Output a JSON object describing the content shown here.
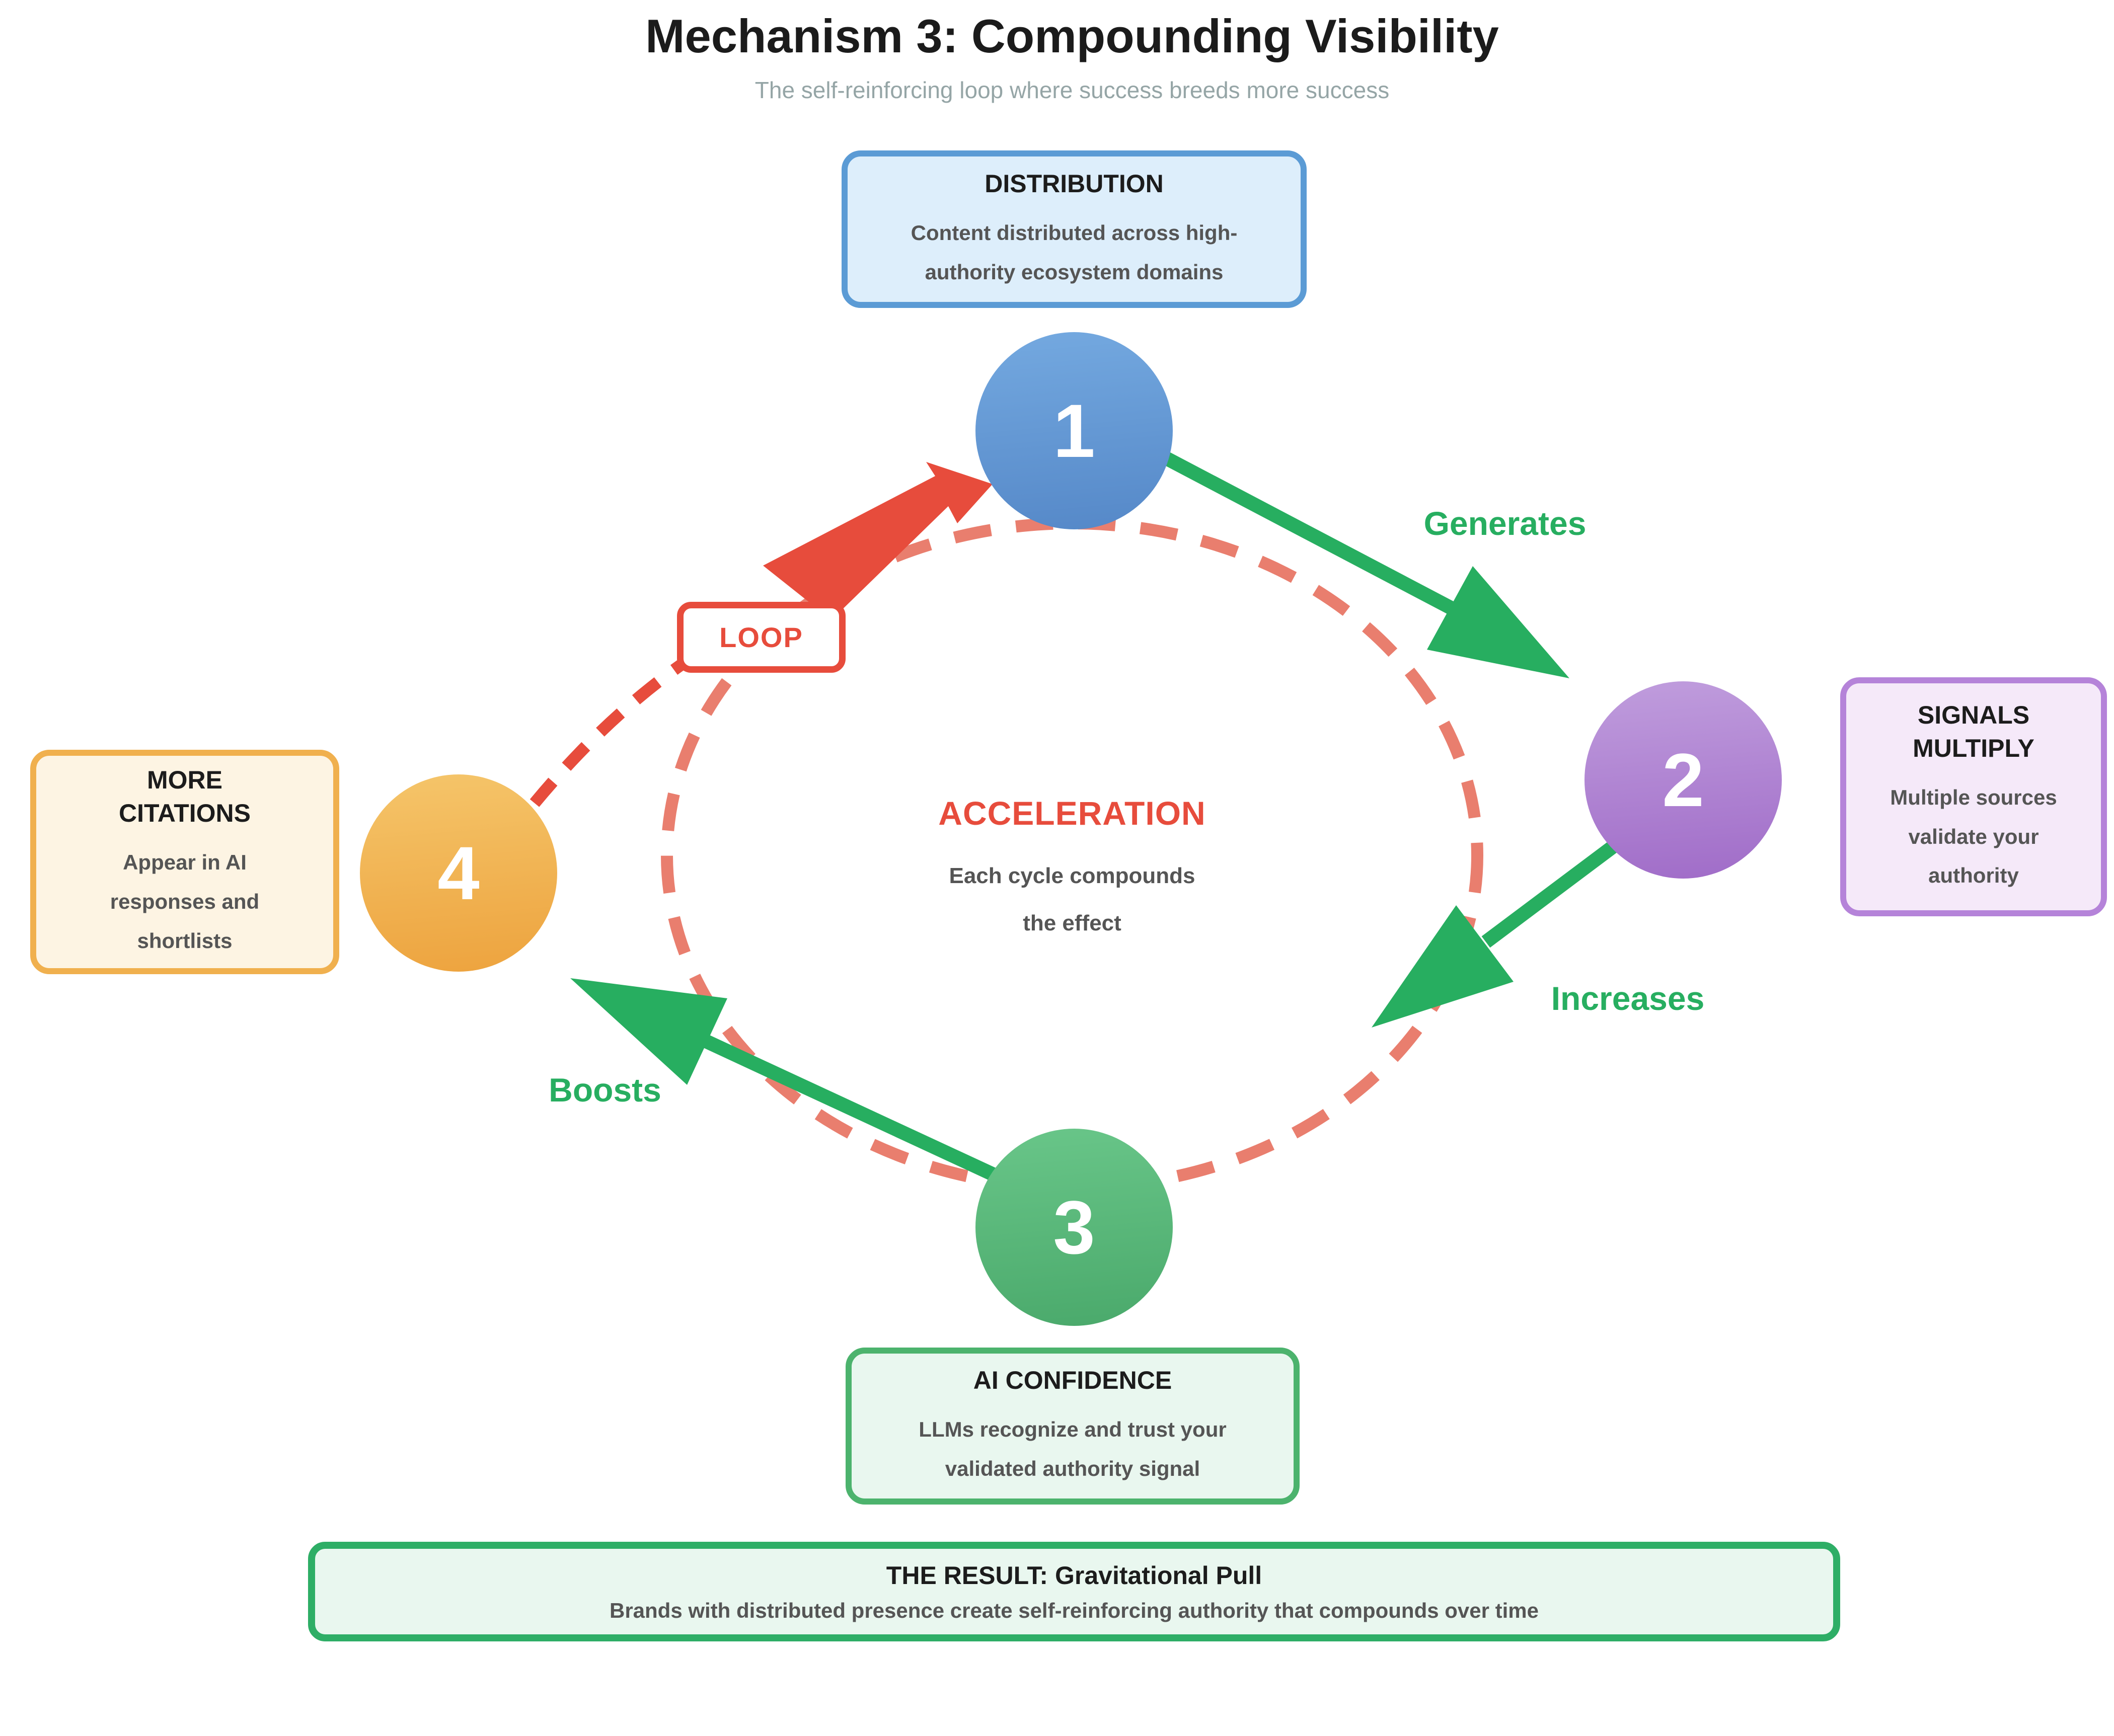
{
  "header": {
    "title": "Mechanism 3: Compounding Visibility",
    "subtitle": "The self-reinforcing loop where success breeds more success"
  },
  "steps": [
    {
      "number": "1",
      "box_title": "DISTRIBUTION",
      "box_body": "Content distributed across high-authority ecosystem domains"
    },
    {
      "number": "2",
      "box_title": "SIGNALS MULTIPLY",
      "box_body": "Multiple sources validate your authority"
    },
    {
      "number": "3",
      "box_title": "AI CONFIDENCE",
      "box_body": "LLMs recognize and trust your validated authority signal"
    },
    {
      "number": "4",
      "box_title": "MORE CITATIONS",
      "box_body": "Appear in AI responses and shortlists"
    }
  ],
  "arrows": {
    "generates": "Generates",
    "increases": "Increases",
    "boosts": "Boosts",
    "loop": "LOOP"
  },
  "center": {
    "title": "ACCELERATION",
    "line1": "Each cycle compounds",
    "line2": "the effect"
  },
  "result": {
    "title": "THE RESULT: Gravitational Pull",
    "body": "Brands with distributed presence create self-reinforcing authority that compounds over time"
  },
  "colors": {
    "title_color": "#1b1b1b",
    "subtitle_color": "#95a5a6",
    "body_color": "#555555",
    "red": "#e74c3c",
    "salmon": "#e97e6e",
    "green_arrow": "#27ae60",
    "blue_border": "#5b9bd5",
    "blue_fill": "#ddeefb",
    "purple_border": "#b583d9",
    "purple_fill": "#f5e9f9",
    "orange_border": "#f0b04e",
    "orange_fill": "#fdf4e3",
    "green_border": "#4cb36d",
    "green_fill": "#e9f7ef",
    "result_border": "#2eae66",
    "c1_top": "#74a9e0",
    "c1_bottom": "#5588c8",
    "c2_top": "#c09ddd",
    "c2_bottom": "#a06cc8",
    "c3_top": "#69c689",
    "c3_bottom": "#4aa96b",
    "c4_top": "#f5c56a",
    "c4_bottom": "#eda33e"
  }
}
